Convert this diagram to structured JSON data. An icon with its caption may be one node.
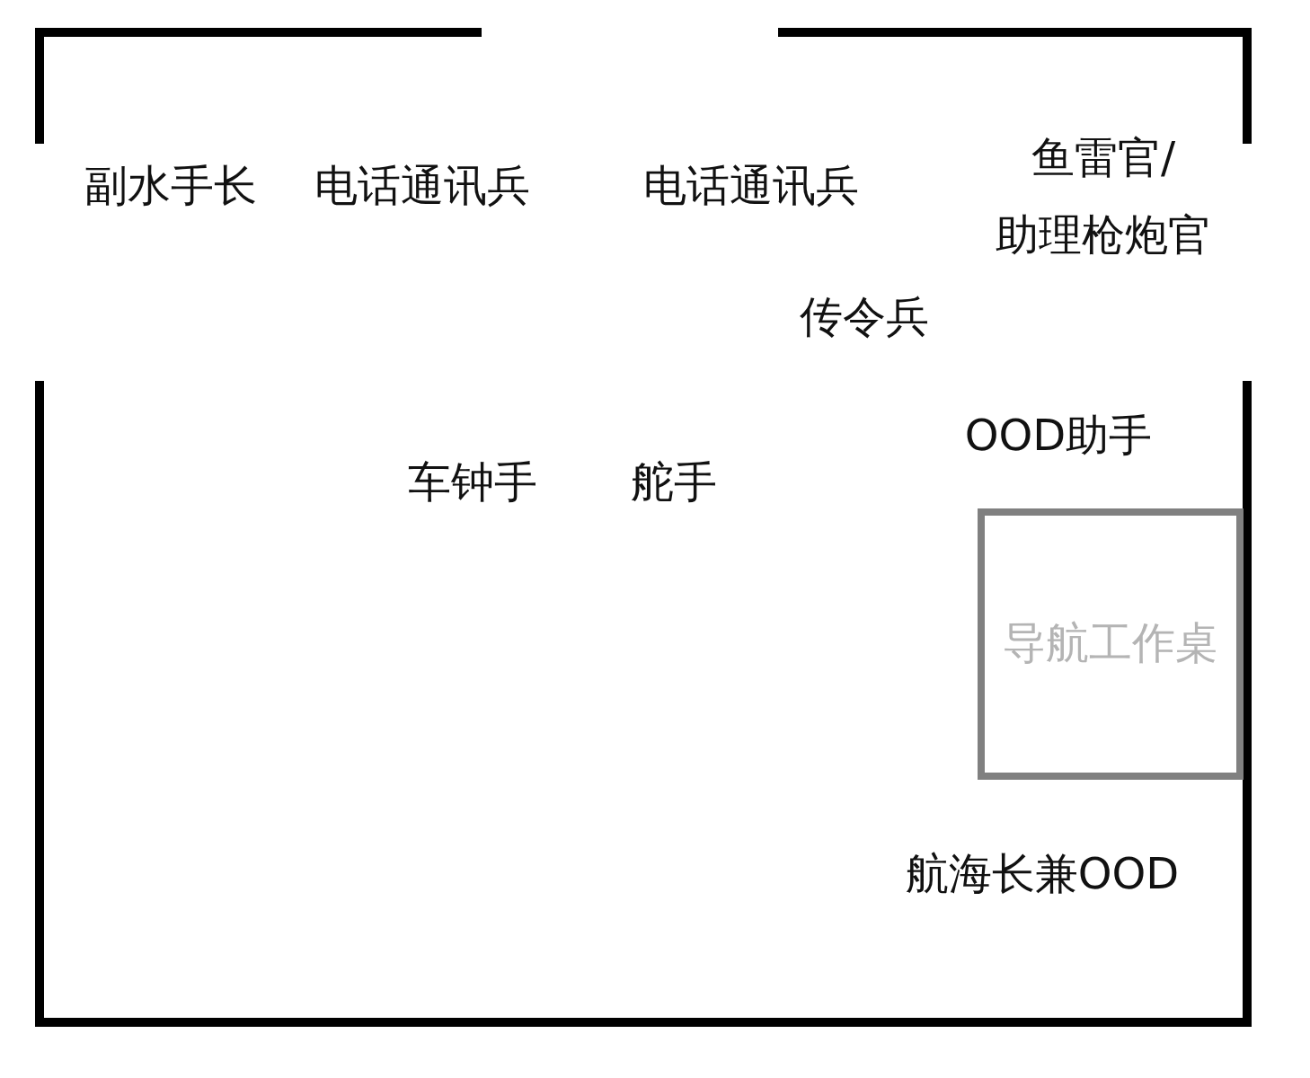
{
  "diagram": {
    "nodes": [
      {
        "text": [
          "导航工作桌"
        ]
      }
    ],
    "edges": [],
    "labels": [
      "副水手长",
      "电话通讯兵",
      "电话通讯兵",
      "鱼雷官/助理枪炮官",
      "传令兵",
      "OOD助手",
      "车钟手",
      "舵手",
      "航海长兼OOD"
    ]
  }
}
